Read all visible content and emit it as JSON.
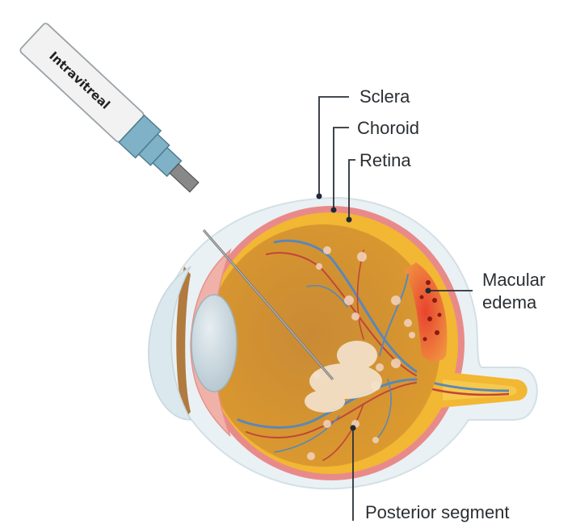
{
  "diagram": {
    "syringe_label": "Intravitreal",
    "labels": {
      "sclera": "Sclera",
      "choroid": "Choroid",
      "retina": "Retina",
      "macular_edema_line1": "Macular",
      "macular_edema_line2": "edema",
      "posterior_segment": "Posterior segment"
    }
  },
  "colors": {
    "sclera": "#e9f1f4",
    "choroid": "#e98a8a",
    "retina": "#f2b733",
    "vitreous": "#d69533",
    "edema": "#e8442f",
    "syringe_barrel": "#f0f0f0",
    "syringe_hub": "#7fb2c6",
    "needle": "#7a7a7a",
    "vein": "#5a88b8",
    "artery": "#c2453a"
  }
}
